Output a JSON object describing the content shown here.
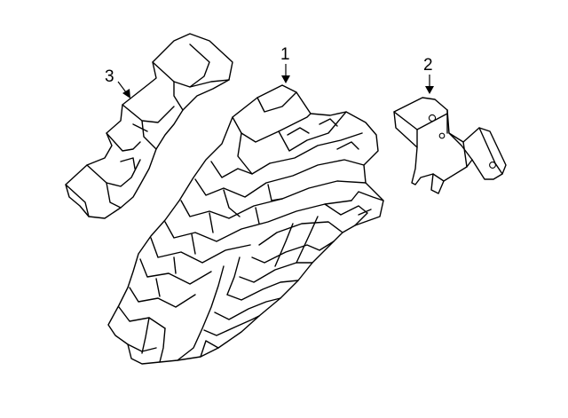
{
  "callouts": [
    {
      "label": "1",
      "part": "fuse-relay-box"
    },
    {
      "label": "2",
      "part": "mounting-bracket"
    },
    {
      "label": "3",
      "part": "fuse-box-cover"
    }
  ]
}
